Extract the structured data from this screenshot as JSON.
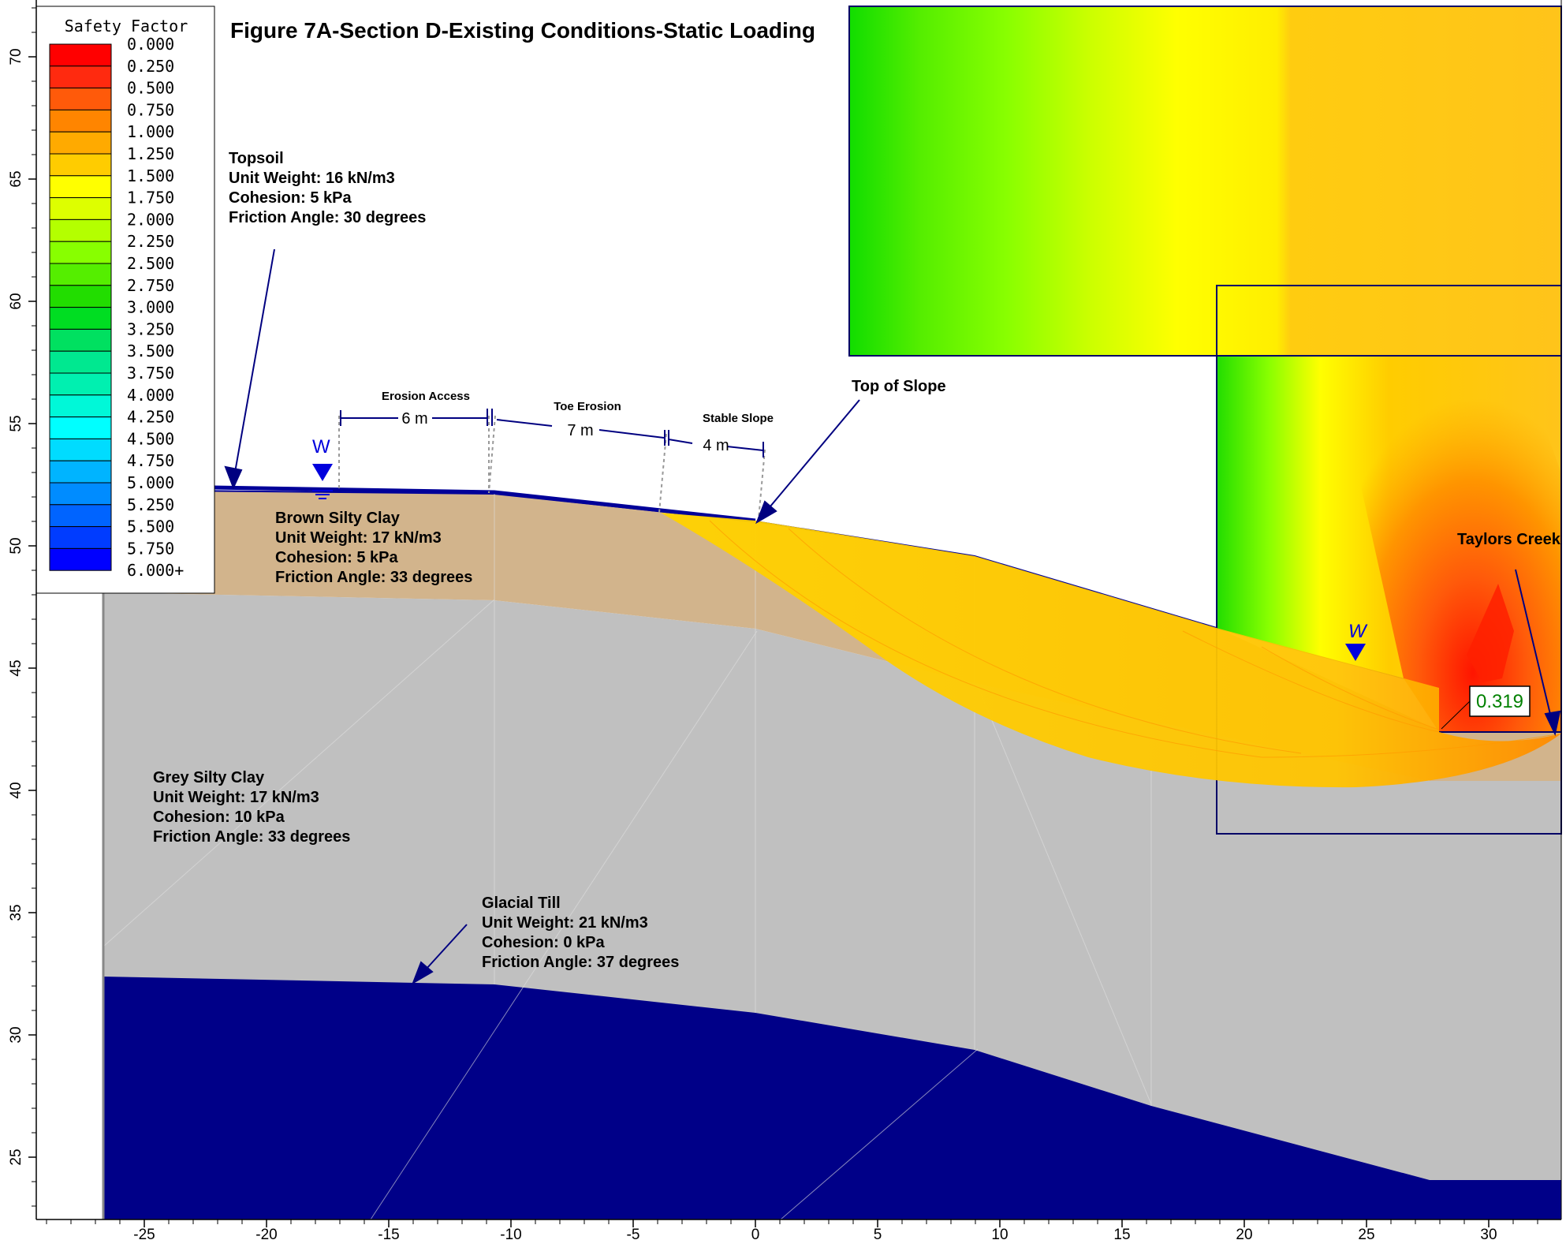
{
  "title": "Figure 7A-Section D-Existing Conditions-Static Loading",
  "legend": {
    "title": "Safety Factor",
    "entries": [
      {
        "label": "0.000",
        "color": "#ff0000"
      },
      {
        "label": "0.250",
        "color": "#ff2a0f"
      },
      {
        "label": "0.500",
        "color": "#ff5a0a"
      },
      {
        "label": "0.750",
        "color": "#ff8500"
      },
      {
        "label": "1.000",
        "color": "#ffaa00"
      },
      {
        "label": "1.250",
        "color": "#ffcc00"
      },
      {
        "label": "1.500",
        "color": "#ffff00"
      },
      {
        "label": "1.750",
        "color": "#ddff00"
      },
      {
        "label": "2.000",
        "color": "#b4ff00"
      },
      {
        "label": "2.250",
        "color": "#88ff00"
      },
      {
        "label": "2.500",
        "color": "#55ee00"
      },
      {
        "label": "2.750",
        "color": "#22dd00"
      },
      {
        "label": "3.000",
        "color": "#00dd22"
      },
      {
        "label": "3.250",
        "color": "#00e060"
      },
      {
        "label": "3.500",
        "color": "#00e890"
      },
      {
        "label": "3.750",
        "color": "#00f0b0"
      },
      {
        "label": "4.000",
        "color": "#00f8d8"
      },
      {
        "label": "4.250",
        "color": "#00ffff"
      },
      {
        "label": "4.500",
        "color": "#00dcff"
      },
      {
        "label": "4.750",
        "color": "#00b4ff"
      },
      {
        "label": "5.000",
        "color": "#008cff"
      },
      {
        "label": "5.250",
        "color": "#0064ff"
      },
      {
        "label": "5.500",
        "color": "#003cff"
      },
      {
        "label": "5.750",
        "color": "#0000ff"
      },
      {
        "label": "6.000+",
        "color": "#0000ff"
      }
    ]
  },
  "x_axis": {
    "ticks": [
      "-25",
      "-20",
      "-15",
      "-10",
      "-5",
      "0",
      "5",
      "10",
      "15",
      "20",
      "25",
      "30"
    ]
  },
  "y_axis": {
    "ticks": [
      "70",
      "65",
      "60",
      "55",
      "50",
      "45",
      "40",
      "35",
      "30",
      "25"
    ]
  },
  "materials": {
    "topsoil": {
      "name": "Topsoil",
      "unit_weight": "Unit Weight: 16 kN/m3",
      "cohesion": "Cohesion: 5 kPa",
      "friction": "Friction Angle: 30 degrees",
      "color": "#0000cc"
    },
    "brown": {
      "name": "Brown Silty Clay",
      "unit_weight": "Unit Weight: 17 kN/m3",
      "cohesion": "Cohesion: 5 kPa",
      "friction": "Friction Angle: 33 degrees",
      "color": "#d2b48c"
    },
    "grey": {
      "name": "Grey Silty Clay",
      "unit_weight": "Unit Weight: 17 kN/m3",
      "cohesion": "Cohesion: 10 kPa",
      "friction": "Friction Angle: 33 degrees",
      "color": "#c0c0c0"
    },
    "till": {
      "name": "Glacial Till",
      "unit_weight": "Unit Weight: 21 kN/m3",
      "cohesion": "Cohesion: 0 kPa",
      "friction": "Friction Angle: 37 degrees",
      "color": "#000088"
    }
  },
  "annotations": {
    "erosion_access": "Erosion Access",
    "erosion_access_dim": "6 m",
    "toe_erosion": "Toe Erosion",
    "toe_erosion_dim": "7 m",
    "stable_slope": "Stable Slope",
    "stable_slope_dim": "4 m",
    "top_of_slope": "Top of Slope",
    "taylors_creek": "Taylors Creek",
    "water_marker": "W",
    "min_factor": "0.319"
  }
}
